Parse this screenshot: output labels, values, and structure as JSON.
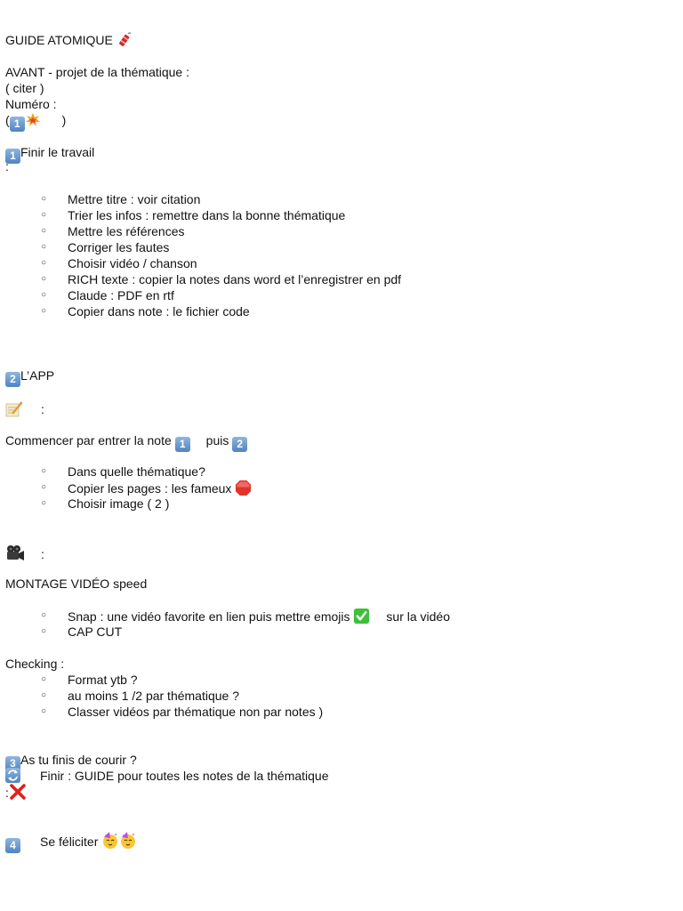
{
  "title": "GUIDE ATOMIQUE",
  "avant": {
    "line1": "AVANT - projet de la thématique :",
    "line2": " ( citer )",
    "line3": "Numéro :",
    "open_paren": "(",
    "close_paren": ")",
    "keycap": "1"
  },
  "step1": {
    "keycap": "1",
    "heading": "Finir le travail",
    "colon": ":",
    "items": [
      "Mettre titre : voir citation",
      "Trier les infos : remettre dans la bonne thématique",
      "Mettre les références",
      "Corriger les fautes",
      "Choisir vidéo / chanson",
      "RICH texte : copier la notes dans word et l’enregistrer en pdf",
      "Claude : PDF en rtf",
      "Copier dans note : le fichier code"
    ]
  },
  "step2": {
    "keycap": "2",
    "heading": "L’APP",
    "memo_colon": ":",
    "intro_text": "Commencer par entrer la note",
    "intro_keycap1": "1",
    "intro_puis": "puis",
    "intro_keycap2": "2",
    "items": [
      "Dans quelle thématique?",
      "Copier les pages : les fameux",
      "Choisir image ( 2 )"
    ],
    "camera_colon": ":",
    "montage": "MONTAGE VIDÉO speed",
    "video_items": [
      "Snap : une vidéo favorite en lien puis mettre emojis",
      "CAP CUT"
    ],
    "video_item_suffix": "sur la vidéo",
    "checking": "Checking :",
    "checking_items": [
      " Format ytb ?",
      "au moins 1 /2 par thématique ?",
      "Classer vidéos par thématique non par notes )"
    ]
  },
  "step3": {
    "keycap": "3",
    "heading": "As tu finis de courir ?",
    "repeat_text": "Finir : GUIDE pour toutes les notes de la thématique",
    "colon": ":"
  },
  "step4": {
    "keycap": "4",
    "text": "Se féliciter"
  },
  "bullet_glyph": "○"
}
